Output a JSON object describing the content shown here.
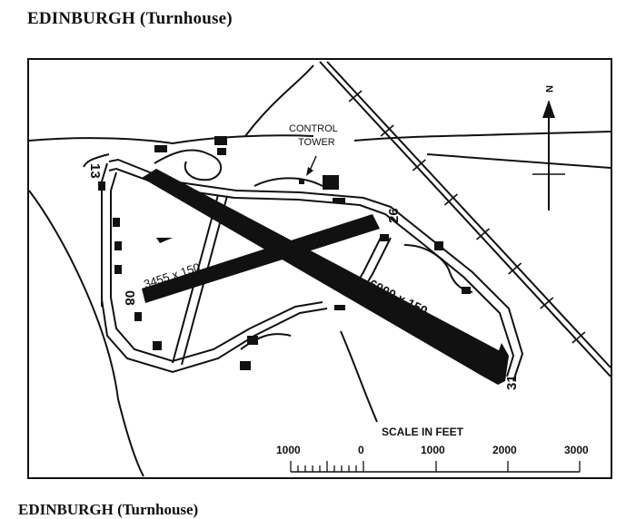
{
  "heading": {
    "title": "EDINBURGH (Turnhouse)"
  },
  "map": {
    "control_tower_label": [
      "CONTROL",
      "TOWER"
    ],
    "runways": [
      {
        "dimensions": "6000 x 150",
        "ends": [
          "13",
          "31"
        ]
      },
      {
        "dimensions": "3455 x 150",
        "ends": [
          "08",
          "26"
        ]
      }
    ],
    "north_label": "N",
    "scale": {
      "title": "SCALE IN FEET",
      "ticks": [
        "1000",
        "0",
        "1000",
        "2000",
        "3000"
      ]
    }
  },
  "footer": {
    "caption": "EDINBURGH (Turnhouse)"
  }
}
